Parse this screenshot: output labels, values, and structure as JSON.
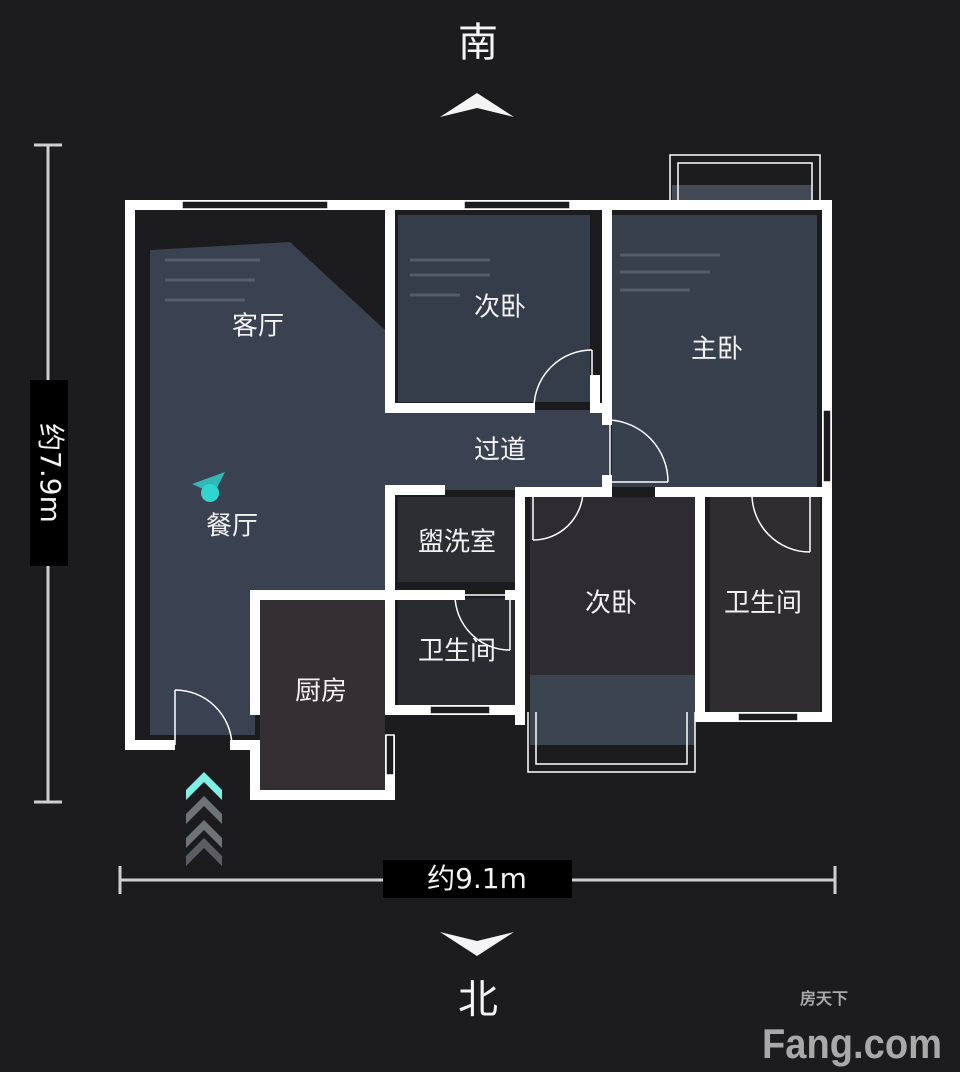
{
  "compass": {
    "south": "南",
    "north": "北"
  },
  "dimensions": {
    "height": "约7.9m",
    "width": "约9.1m"
  },
  "rooms": [
    {
      "id": "living",
      "label": "客厅"
    },
    {
      "id": "bedroom-top",
      "label": "次卧"
    },
    {
      "id": "master",
      "label": "主卧"
    },
    {
      "id": "corridor",
      "label": "过道"
    },
    {
      "id": "dining",
      "label": "餐厅"
    },
    {
      "id": "washroom",
      "label": "盥洗室"
    },
    {
      "id": "bedroom-bottom",
      "label": "次卧"
    },
    {
      "id": "bath-right",
      "label": "卫生间"
    },
    {
      "id": "bath-left",
      "label": "卫生间"
    },
    {
      "id": "kitchen",
      "label": "厨房"
    }
  ],
  "watermark": {
    "cn": "房天下",
    "en": "Fang.com"
  },
  "colors": {
    "background": "#1c1b1d",
    "floor": "#3a4150",
    "wall": "#ffffff",
    "accent": "#2fd6d0",
    "entry_arrow": "#7ff0e6"
  }
}
